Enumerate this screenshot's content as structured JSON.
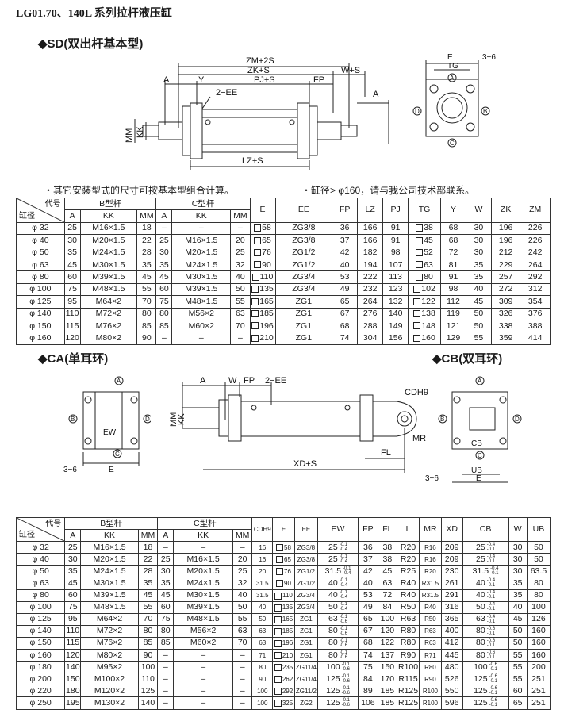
{
  "page_title": "LG01.70、140L 系列拉杆液压缸",
  "sections": {
    "sd": "◆SD(双出杆基本型)",
    "ca": "◆CA(单耳环)",
    "cb": "◆CB(双耳环)"
  },
  "notes": {
    "left": "・其它安装型式的尺寸可按基本型组合计算。",
    "right": "・缸径> φ160，请与我公司技术部联系。"
  },
  "sd_drawing": {
    "dims": [
      "ZM+2S",
      "ZK+S",
      "W+S",
      "A",
      "Y",
      "PJ+S",
      "FP",
      "2−EE",
      "A",
      "MM",
      "KK",
      "LZ+S"
    ],
    "end_view": [
      "E",
      "3−6",
      "TG",
      "A",
      "B",
      "C",
      "D"
    ]
  },
  "ca_drawing": {
    "end_view": [
      "A",
      "B",
      "C",
      "D",
      "EW",
      "E",
      "3−6"
    ],
    "side": [
      "A",
      "W",
      "FP",
      "2−EE",
      "MM",
      "KK",
      "CDH9",
      "MR",
      "FL",
      "XD+S"
    ]
  },
  "cb_drawing": {
    "labels": [
      "A",
      "B",
      "C",
      "D",
      "CB",
      "UB",
      "E",
      "3−6"
    ]
  },
  "table1": {
    "h_daihao": "代号",
    "h_gangjing": "缸径",
    "h_b": "B型杆",
    "h_c": "C型杆",
    "cols": [
      "A",
      "KK",
      "MM",
      "A",
      "KK",
      "MM",
      "E",
      "EE",
      "FP",
      "LZ",
      "PJ",
      "TG",
      "Y",
      "W",
      "ZK",
      "ZM"
    ],
    "rows": [
      [
        "φ 32",
        "25",
        "M16×1.5",
        "18",
        "–",
        "–",
        "–",
        "58",
        "ZG3/8",
        "36",
        "166",
        "91",
        "38",
        "68",
        "30",
        "196",
        "226"
      ],
      [
        "φ 40",
        "30",
        "M20×1.5",
        "22",
        "25",
        "M16×1.5",
        "20",
        "65",
        "ZG3/8",
        "37",
        "166",
        "91",
        "45",
        "68",
        "30",
        "196",
        "226"
      ],
      [
        "φ 50",
        "35",
        "M24×1.5",
        "28",
        "30",
        "M20×1.5",
        "25",
        "76",
        "ZG1/2",
        "42",
        "182",
        "98",
        "52",
        "72",
        "30",
        "212",
        "242"
      ],
      [
        "φ 63",
        "45",
        "M30×1.5",
        "35",
        "35",
        "M24×1.5",
        "32",
        "90",
        "ZG1/2",
        "40",
        "194",
        "107",
        "63",
        "81",
        "35",
        "229",
        "264"
      ],
      [
        "φ 80",
        "60",
        "M39×1.5",
        "45",
        "45",
        "M30×1.5",
        "40",
        "110",
        "ZG3/4",
        "53",
        "222",
        "113",
        "80",
        "91",
        "35",
        "257",
        "292"
      ],
      [
        "φ 100",
        "75",
        "M48×1.5",
        "55",
        "60",
        "M39×1.5",
        "50",
        "135",
        "ZG3/4",
        "49",
        "232",
        "123",
        "102",
        "98",
        "40",
        "272",
        "312"
      ],
      [
        "φ 125",
        "95",
        "M64×2",
        "70",
        "75",
        "M48×1.5",
        "55",
        "165",
        "ZG1",
        "65",
        "264",
        "132",
        "122",
        "112",
        "45",
        "309",
        "354"
      ],
      [
        "φ 140",
        "110",
        "M72×2",
        "80",
        "80",
        "M56×2",
        "63",
        "185",
        "ZG1",
        "67",
        "276",
        "140",
        "138",
        "119",
        "50",
        "326",
        "376"
      ],
      [
        "φ 150",
        "115",
        "M76×2",
        "85",
        "85",
        "M60×2",
        "70",
        "196",
        "ZG1",
        "68",
        "288",
        "149",
        "148",
        "121",
        "50",
        "338",
        "388"
      ],
      [
        "φ 160",
        "120",
        "M80×2",
        "90",
        "–",
        "–",
        "–",
        "210",
        "ZG1",
        "74",
        "304",
        "156",
        "160",
        "129",
        "55",
        "359",
        "414"
      ]
    ]
  },
  "table2": {
    "h_daihao": "代号",
    "h_gangjing": "缸径",
    "h_b": "B型杆",
    "h_c": "C型杆",
    "cols": [
      "A",
      "KK",
      "MM",
      "A",
      "KK",
      "MM",
      "CDH9",
      "E",
      "EE",
      "EW",
      "FP",
      "FL",
      "L",
      "MR",
      "XD",
      "CB",
      "W",
      "UB"
    ],
    "rows": [
      [
        "φ 32",
        "25",
        "M16×1.5",
        "18",
        "–",
        "–",
        "–",
        "16",
        "58",
        "ZG3/8",
        "25",
        "-0.1|-0.4",
        "36",
        "38",
        "R20",
        "R16",
        "209",
        "25",
        "-0.4|-0.1",
        "30",
        "50"
      ],
      [
        "φ 40",
        "30",
        "M20×1.5",
        "22",
        "25",
        "M16×1.5",
        "20",
        "16",
        "65",
        "ZG3/8",
        "25",
        "-0.1|-0.4",
        "37",
        "38",
        "R20",
        "R16",
        "209",
        "25",
        "-0.4|-0.1",
        "30",
        "50"
      ],
      [
        "φ 50",
        "35",
        "M24×1.5",
        "28",
        "30",
        "M20×1.5",
        "25",
        "20",
        "76",
        "ZG1/2",
        "31.5",
        "-0.1|-0.4",
        "42",
        "45",
        "R25",
        "R20",
        "230",
        "31.5",
        "-0.4|-0.1",
        "30",
        "63.5"
      ],
      [
        "φ 63",
        "45",
        "M30×1.5",
        "35",
        "35",
        "M24×1.5",
        "32",
        "31.5",
        "90",
        "ZG1/2",
        "40",
        "-0.1|-0.4",
        "40",
        "63",
        "R40",
        "R31.5",
        "261",
        "40",
        "-0.4|-0.1",
        "35",
        "80"
      ],
      [
        "φ 80",
        "60",
        "M39×1.5",
        "45",
        "45",
        "M30×1.5",
        "40",
        "31.5",
        "110",
        "ZG3/4",
        "40",
        "-0.1|-0.4",
        "53",
        "72",
        "R40",
        "R31.5",
        "291",
        "40",
        "-0.4|-0.1",
        "35",
        "80"
      ],
      [
        "φ 100",
        "75",
        "M48×1.5",
        "55",
        "60",
        "M39×1.5",
        "50",
        "40",
        "135",
        "ZG3/4",
        "50",
        "-0.1|-0.4",
        "49",
        "84",
        "R50",
        "R40",
        "316",
        "50",
        "-0.4|-0.1",
        "40",
        "100"
      ],
      [
        "φ 125",
        "95",
        "M64×2",
        "70",
        "75",
        "M48×1.5",
        "55",
        "50",
        "165",
        "ZG1",
        "63",
        "-0.1|-0.6",
        "65",
        "100",
        "R63",
        "R50",
        "365",
        "63",
        "-0.4|-0.1",
        "45",
        "126"
      ],
      [
        "φ 140",
        "110",
        "M72×2",
        "80",
        "80",
        "M56×2",
        "63",
        "63",
        "185",
        "ZG1",
        "80",
        "-0.1|-0.6",
        "67",
        "120",
        "R80",
        "R63",
        "400",
        "80",
        "-0.6|-0.1",
        "50",
        "160"
      ],
      [
        "φ 150",
        "115",
        "M76×2",
        "85",
        "85",
        "M60×2",
        "70",
        "63",
        "196",
        "ZG1",
        "80",
        "-0.1|-0.6",
        "68",
        "122",
        "R80",
        "R63",
        "412",
        "80",
        "-0.6|-0.1",
        "50",
        "160"
      ],
      [
        "φ 160",
        "120",
        "M80×2",
        "90",
        "–",
        "–",
        "–",
        "71",
        "210",
        "ZG1",
        "80",
        "-0.1|-0.6",
        "74",
        "137",
        "R90",
        "R71",
        "445",
        "80",
        "-0.6|-0.1",
        "55",
        "160"
      ],
      [
        "φ 180",
        "140",
        "M95×2",
        "100",
        "–",
        "–",
        "–",
        "80",
        "235",
        "ZG11/4",
        "100",
        "-0.1|-0.6",
        "75",
        "150",
        "R100",
        "R80",
        "480",
        "100",
        "-0.6|-0.1",
        "55",
        "200"
      ],
      [
        "φ 200",
        "150",
        "M100×2",
        "110",
        "–",
        "–",
        "–",
        "90",
        "262",
        "ZG11/4",
        "125",
        "-0.1|-0.6",
        "84",
        "170",
        "R115",
        "R90",
        "526",
        "125",
        "-0.6|-0.1",
        "55",
        "251"
      ],
      [
        "φ 220",
        "180",
        "M120×2",
        "125",
        "–",
        "–",
        "–",
        "100",
        "292",
        "ZG11/2",
        "125",
        "-0.1|-0.6",
        "89",
        "185",
        "R125",
        "R100",
        "550",
        "125",
        "-0.6|-0.1",
        "60",
        "251"
      ],
      [
        "φ 250",
        "195",
        "M130×2",
        "140",
        "–",
        "–",
        "–",
        "100",
        "325",
        "ZG2",
        "125",
        "-0.1|-0.6",
        "106",
        "185",
        "R125",
        "R100",
        "596",
        "125",
        "-0.6|-0.1",
        "65",
        "251"
      ]
    ]
  }
}
